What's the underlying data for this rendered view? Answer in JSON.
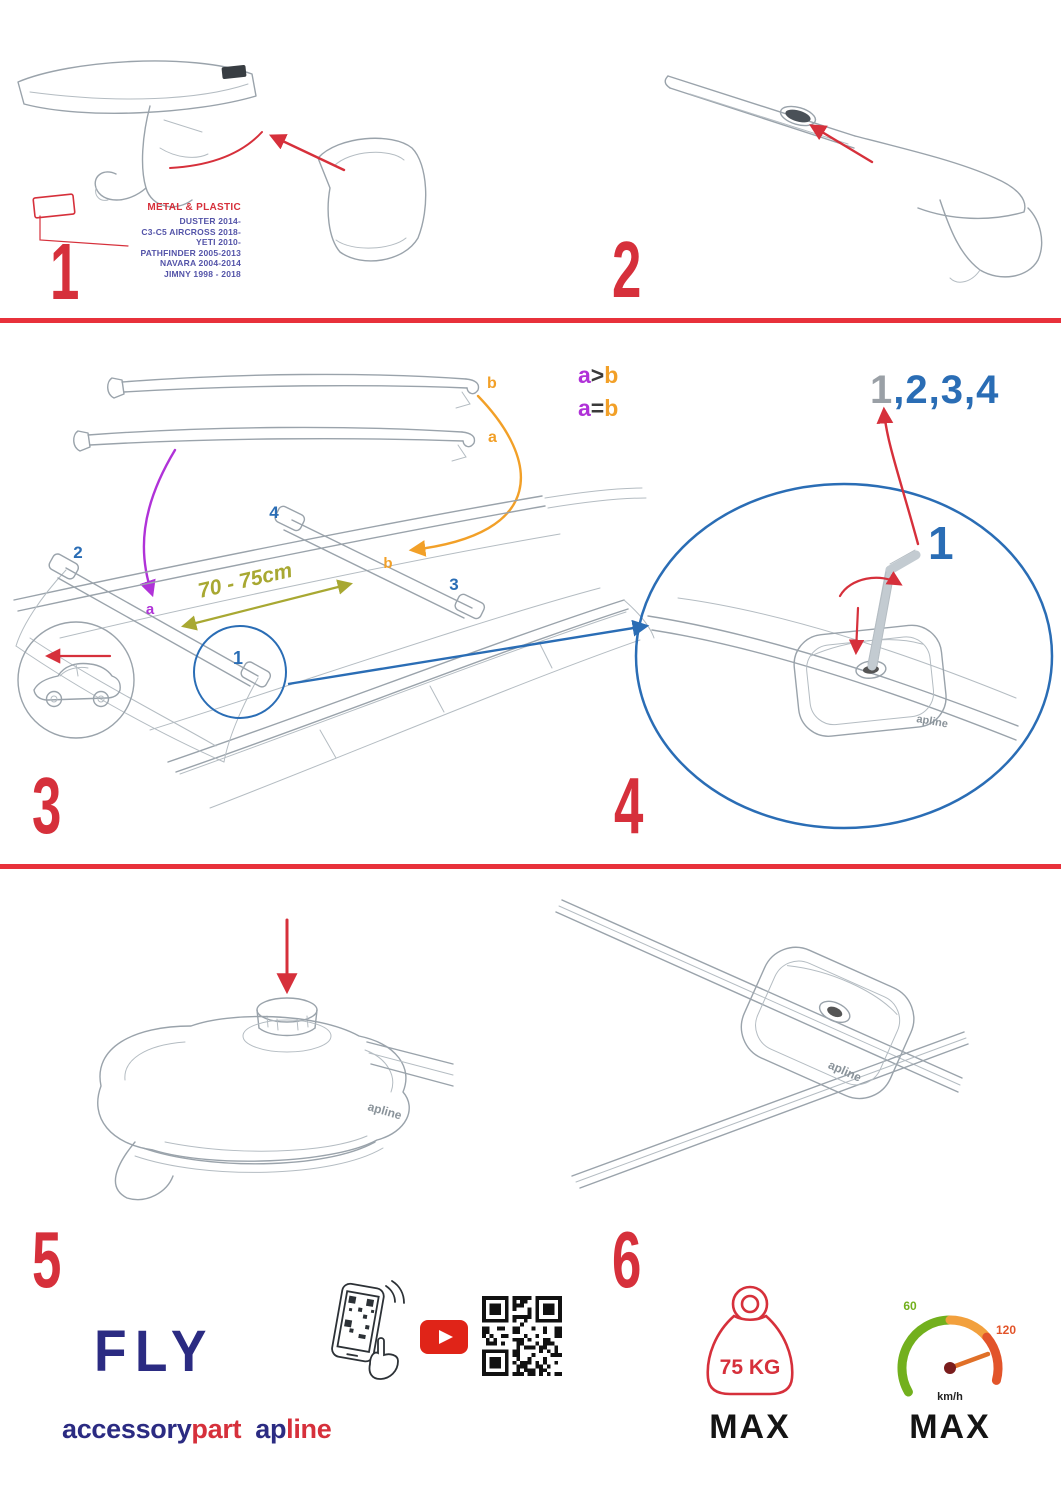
{
  "steps": {
    "s1": {
      "number": "1",
      "material": "METAL & PLASTIC",
      "vehicles": [
        "DUSTER 2014-",
        "C3-C5 AIRCROSS 2018-",
        "YETI 2010-",
        "PATHFINDER 2005-2013",
        "NAVARA 2004-2014",
        "JIMNY 1998 - 2018"
      ]
    },
    "s2": {
      "number": "2"
    },
    "s3": {
      "number": "3",
      "f1": {
        "a": "a",
        "op": ">",
        "b": "b"
      },
      "f2": {
        "a": "a",
        "op": "=",
        "b": "b"
      },
      "loose_b": "b",
      "loose_a": "a",
      "pos1": "1",
      "pos2": "2",
      "pos3": "3",
      "pos4": "4",
      "roof_a": "a",
      "roof_b": "b",
      "distance": "70 - 75cm"
    },
    "s4": {
      "number": "4",
      "seq_first": "1",
      "seq_rest": ",2,3,4",
      "callout": "1",
      "brand": "apline"
    },
    "s5": {
      "number": "5",
      "brand": "apline"
    },
    "s6": {
      "number": "6",
      "brand": "apline"
    }
  },
  "footer": {
    "product": "FLY",
    "brand": {
      "accessory": "accessory",
      "part": "part",
      "ap": "ap",
      "line": "line"
    },
    "weight": {
      "value": "75 KG",
      "max": "MAX"
    },
    "speed": {
      "low": "60",
      "high": "120",
      "unit": "km/h",
      "max": "MAX"
    }
  },
  "colors": {
    "red": "#d6303b",
    "blue": "#2a6db5",
    "purple": "#b032d8",
    "orange": "#f2a028",
    "olive": "#a8a832",
    "navy": "#2b2b82"
  }
}
